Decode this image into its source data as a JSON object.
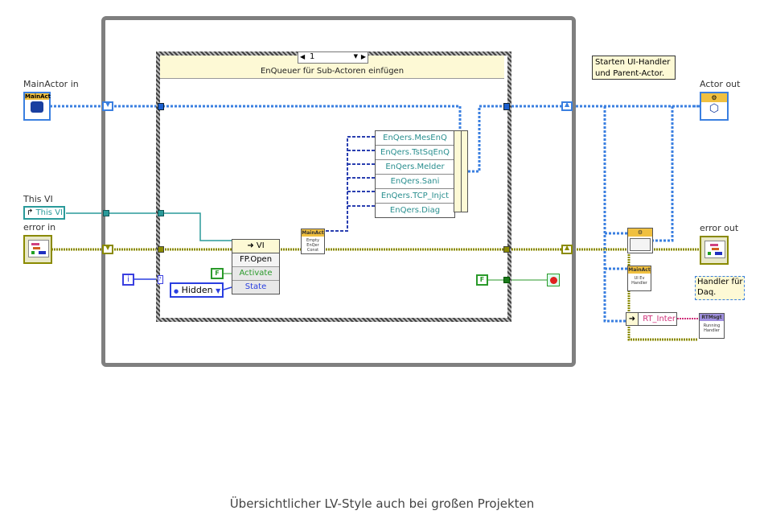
{
  "diagram": {
    "type": "LabVIEW block diagram",
    "case_structure": {
      "selector_value": "1",
      "title": "EnQueuer für Sub-Actoren einfügen"
    },
    "terminals": {
      "main_actor_in": {
        "label": "MainActor in",
        "icon_text": "MainAct"
      },
      "this_vi": {
        "label": "This VI",
        "value": "This VI"
      },
      "error_in": {
        "label": "error in"
      },
      "actor_out": {
        "label": "Actor out"
      },
      "error_out": {
        "label": "error out"
      },
      "iteration": {
        "value": "i"
      }
    },
    "bundle_by_name": {
      "fields": [
        "EnQers.MesEnQ",
        "EnQers.TstSqEnQ",
        "EnQers.Melder",
        "EnQers.Sani",
        "EnQers.TCP_Injct",
        "EnQers.Diag"
      ]
    },
    "property_node": {
      "header": "VI",
      "rows": [
        "FP.Open",
        "Activate",
        "State"
      ]
    },
    "constants": {
      "activate_bool": "F",
      "state_enum": "Hidden",
      "stop_bool": "F"
    },
    "subvis": {
      "empty_enq": {
        "top": "MainAct",
        "body": "Empty EnQer Const"
      },
      "ui_ev_handler": {
        "top": "MainAct",
        "body": "UI Ev Handler"
      },
      "running_handler": {
        "top": "RTMsgt",
        "body": "Running Handler"
      },
      "rt_inter": {
        "label": "RT_Inter"
      }
    },
    "comments": {
      "start_handler": "Starten UI-Handler und Parent-Actor.",
      "handler_daq": "Handler für Daq."
    },
    "colors": {
      "class_wire": "#3a7fe0",
      "error_wire": "#8a8a00",
      "refnum_wire": "#2a9a9a",
      "enqueuer_wire": "#2a3fb0",
      "bool_wire": "#2a9a2a",
      "structure_gray": "#7f7f7f"
    }
  },
  "caption": "Übersichtlicher LV-Style auch bei großen Projekten"
}
